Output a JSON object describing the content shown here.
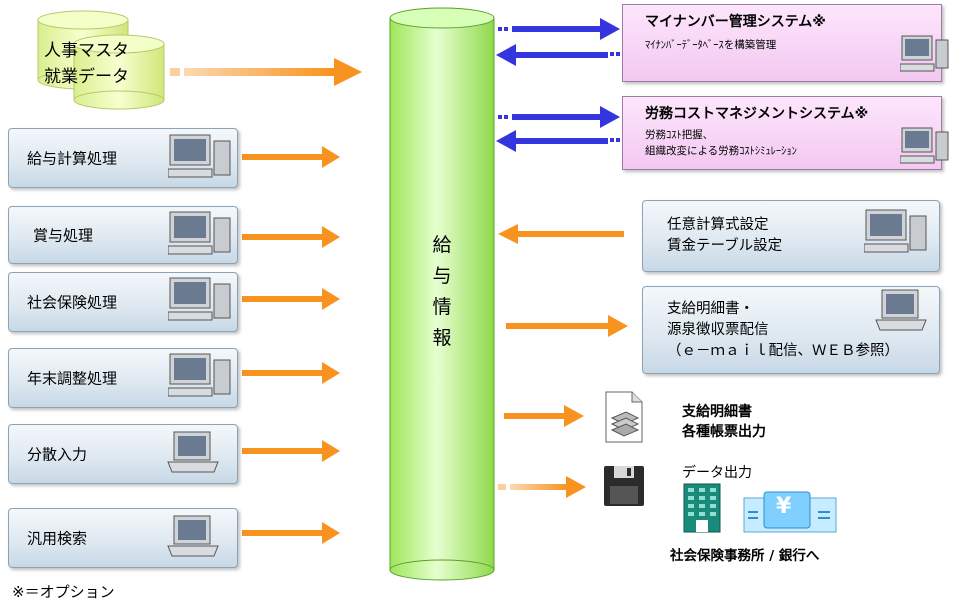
{
  "db": {
    "line1": "人事マスタ",
    "line2": "就業データ"
  },
  "core": {
    "chars": [
      "給",
      "与",
      "情",
      "報"
    ]
  },
  "left_items": [
    {
      "label": "給与計算処理",
      "icon": "desktop-computer-icon"
    },
    {
      "label": "賞与処理",
      "icon": "desktop-computer-icon"
    },
    {
      "label": "社会保険処理",
      "icon": "desktop-computer-icon"
    },
    {
      "label": "年末調整処理",
      "icon": "desktop-computer-icon"
    },
    {
      "label": "分散入力",
      "icon": "laptop-icon"
    },
    {
      "label": "汎用検索",
      "icon": "laptop-icon"
    }
  ],
  "options": [
    {
      "title": "マイナンバー管理システム※",
      "sub": [
        "ﾏｲﾅﾝﾊﾞｰﾃﾞｰﾀﾍﾞｰｽを構築管理"
      ]
    },
    {
      "title": "労務コストマネジメントシステム※",
      "sub": [
        "労務ｺｽﾄ把握、",
        "組織改変による労務ｺｽﾄｼﾐｭﾚｰｼｮﾝ"
      ]
    }
  ],
  "settings_box": {
    "lines": [
      "任意計算式設定",
      "賃金テーブル設定"
    ]
  },
  "distribution_box": {
    "lines": [
      "支給明細書・",
      "源泉徴収票配信",
      "（ｅ－ｍａｉｌ配信、ＷＥＢ参照）"
    ]
  },
  "print_output": {
    "lines": [
      "支給明細書",
      "各種帳票出力"
    ]
  },
  "data_output": {
    "label": "データ出力",
    "destination": "社会保険事務所 / 銀行へ",
    "bank_symbol": "¥"
  },
  "footnote": "※＝オプション",
  "colors": {
    "arrow_orange": "#f7931e",
    "arrow_blue": "#3535e0",
    "cylinder_green": "#b8f27a",
    "option_pink": "#f6cdf4"
  }
}
